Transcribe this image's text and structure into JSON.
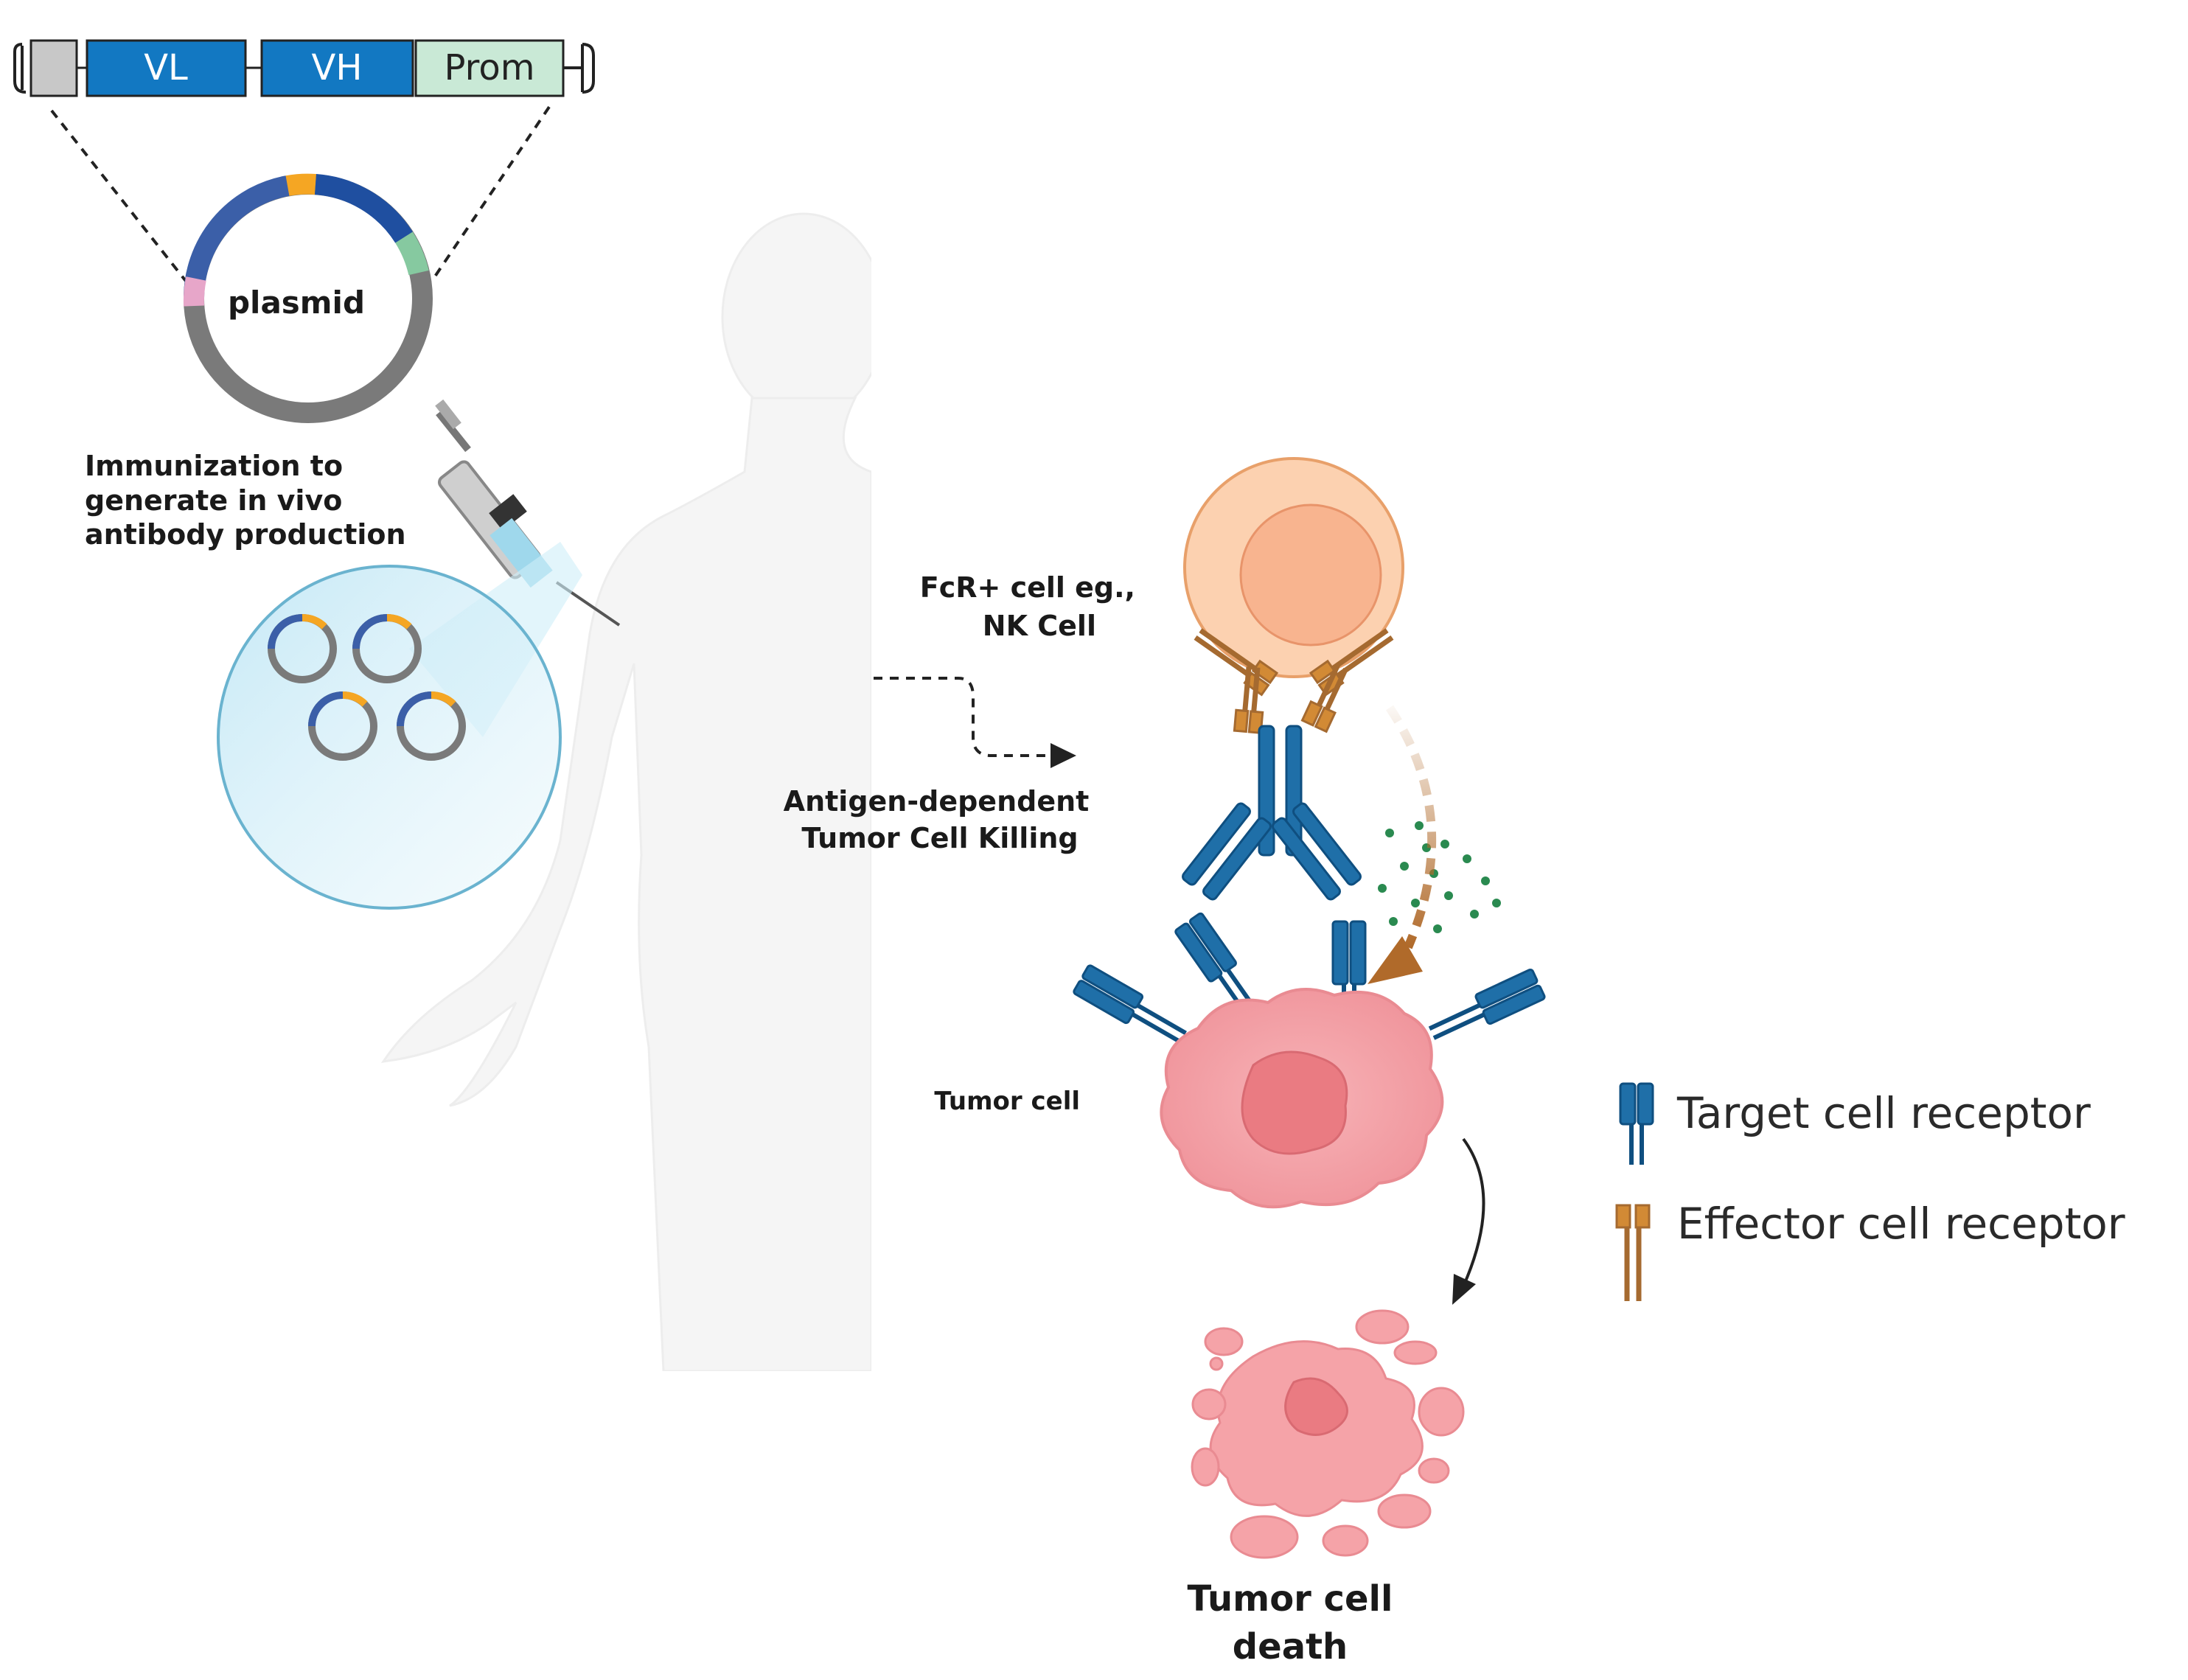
{
  "construct": {
    "segments": [
      "VL",
      "VH",
      "Prom"
    ]
  },
  "plasmid": {
    "label": "plasmid"
  },
  "immunization": {
    "lines": [
      "Immunization to",
      "generate in vivo",
      "antibody production"
    ]
  },
  "process": {
    "lines": [
      "Antigen-dependent",
      "Tumor Cell Killing"
    ]
  },
  "effector": {
    "lines": [
      "FcR+ cell eg.,",
      "NK Cell"
    ]
  },
  "tumor": {
    "label": "Tumor cell",
    "death_lines": [
      "Tumor cell",
      "death"
    ]
  },
  "legend": {
    "items": [
      {
        "label": "Target cell receptor",
        "icon": "target-receptor-icon",
        "color": "#1f6fa8"
      },
      {
        "label": "Effector cell receptor",
        "icon": "effector-receptor-icon",
        "color": "#d28a35"
      }
    ]
  },
  "colors": {
    "vl_vh": "#1278c2",
    "prom": "#c9e9d6",
    "plasmid_gray": "#7a7a7a",
    "plasmid_blue": "#3b5fa8",
    "plasmid_orange": "#f5a623",
    "plasmid_green": "#86c9a0",
    "plasmid_pink": "#e7a6c9",
    "nk_cell": "#fcd1b0",
    "tumor": "#f5a3a8",
    "antibody": "#1f6fa8",
    "effector_receptor": "#d28a35"
  }
}
